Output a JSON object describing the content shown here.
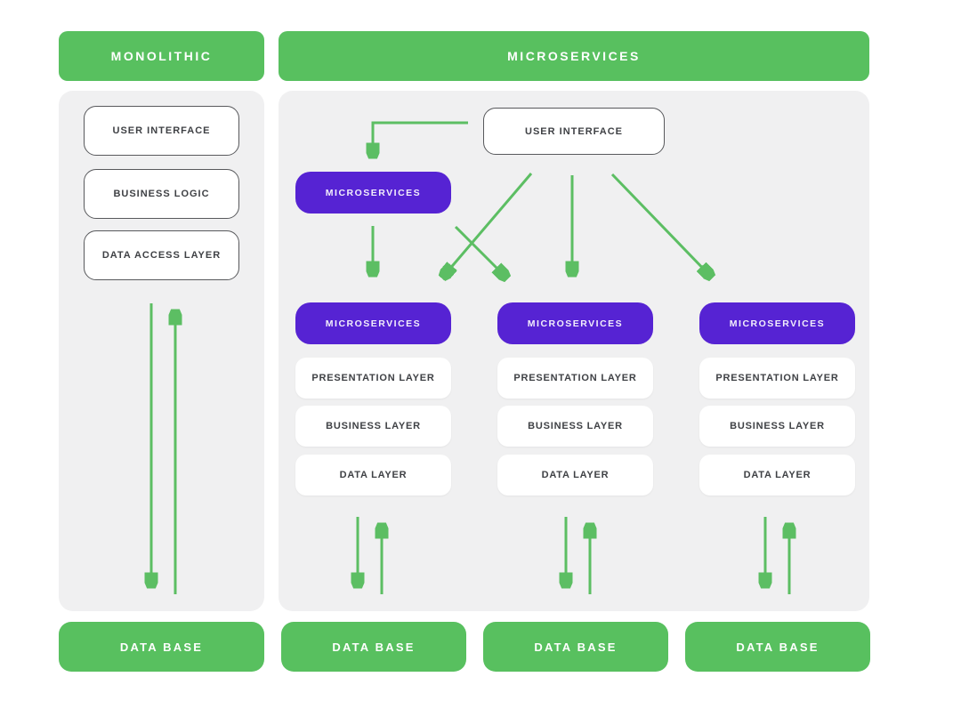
{
  "colors": {
    "green": "#58C05F",
    "purple": "#5623D3",
    "panel_gray": "#F0F0F1",
    "arrow_green": "#5CBE63",
    "box_outline": "#58595C",
    "text_dark": "#3F4145",
    "text_light": "#FFFFFF"
  },
  "monolithic": {
    "header": "MONOLITHIC",
    "layers": [
      "USER INTERFACE",
      "BUSINESS LOGIC",
      "DATA ACCESS LAYER"
    ],
    "database": "DATA BASE"
  },
  "microservices": {
    "header": "MICROSERVICES",
    "user_interface": "USER INTERFACE",
    "gateway": "MICROSERVICES",
    "columns": [
      {
        "service": "MICROSERVICES",
        "layers": [
          "PRESENTATION LAYER",
          "BUSINESS LAYER",
          "DATA LAYER"
        ],
        "database": "DATA BASE"
      },
      {
        "service": "MICROSERVICES",
        "layers": [
          "PRESENTATION LAYER",
          "BUSINESS LAYER",
          "DATA LAYER"
        ],
        "database": "DATA BASE"
      },
      {
        "service": "MICROSERVICES",
        "layers": [
          "PRESENTATION LAYER",
          "BUSINESS LAYER",
          "DATA LAYER"
        ],
        "database": "DATA BASE"
      }
    ]
  }
}
